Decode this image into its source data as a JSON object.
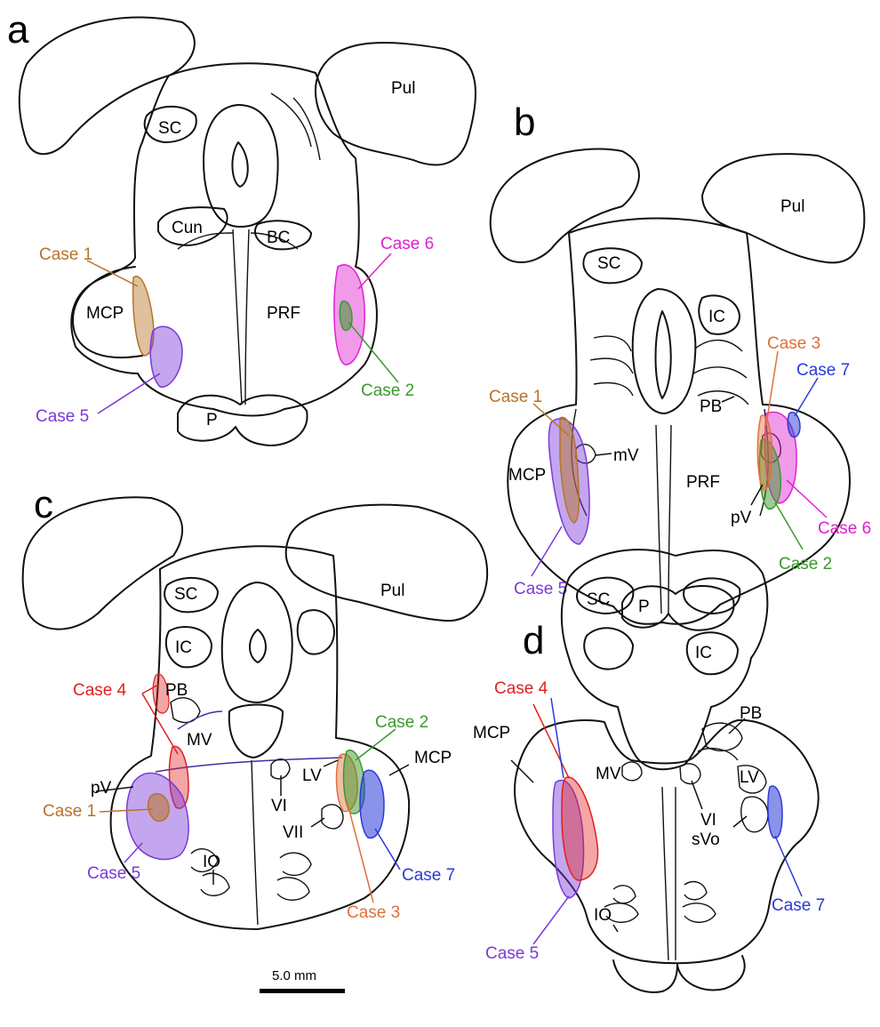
{
  "panels": {
    "a": {
      "letter": "a",
      "labels": {
        "sc": "SC",
        "pul": "Pul",
        "cun": "Cun",
        "bc": "BC",
        "mcp": "MCP",
        "prf": "PRF",
        "p": "P"
      },
      "cases": {
        "case1": "Case 1",
        "case2": "Case 2",
        "case5": "Case 5",
        "case6": "Case 6"
      }
    },
    "b": {
      "letter": "b",
      "labels": {
        "pul": "Pul",
        "sc": "SC",
        "ic": "IC",
        "pb": "PB",
        "mv": "mV",
        "mcp": "MCP",
        "prf": "PRF",
        "pv": "pV",
        "p": "P"
      },
      "cases": {
        "case1": "Case 1",
        "case2": "Case 2",
        "case3": "Case 3",
        "case5": "Case 5",
        "case6": "Case 6",
        "case7": "Case 7"
      }
    },
    "c": {
      "letter": "c",
      "labels": {
        "pul": "Pul",
        "sc": "SC",
        "ic": "IC",
        "pb": "PB",
        "mv": "MV",
        "pv": "pV",
        "lv": "LV",
        "mcp": "MCP",
        "vi": "VI",
        "vii": "VII",
        "io": "IO"
      },
      "cases": {
        "case1": "Case 1",
        "case2": "Case 2",
        "case3": "Case 3",
        "case4": "Case 4",
        "case5": "Case 5",
        "case7": "Case 7"
      }
    },
    "d": {
      "letter": "d",
      "labels": {
        "sc": "SC",
        "ic": "IC",
        "pb": "PB",
        "lv": "LV",
        "mcp": "MCP",
        "mv": "MV",
        "vi": "VI",
        "svo": "sVo",
        "io": "IO"
      },
      "cases": {
        "case4": "Case 4",
        "case5": "Case 5",
        "case7": "Case 7"
      }
    }
  },
  "scale_bar": {
    "label": "5.0 mm"
  },
  "colors": {
    "case1": "#b8732a",
    "case2": "#3a9a2c",
    "case3": "#e0703a",
    "case4": "#e02020",
    "case5": "#7a3ad8",
    "case6": "#e020d0",
    "case7": "#2a3ad8"
  }
}
